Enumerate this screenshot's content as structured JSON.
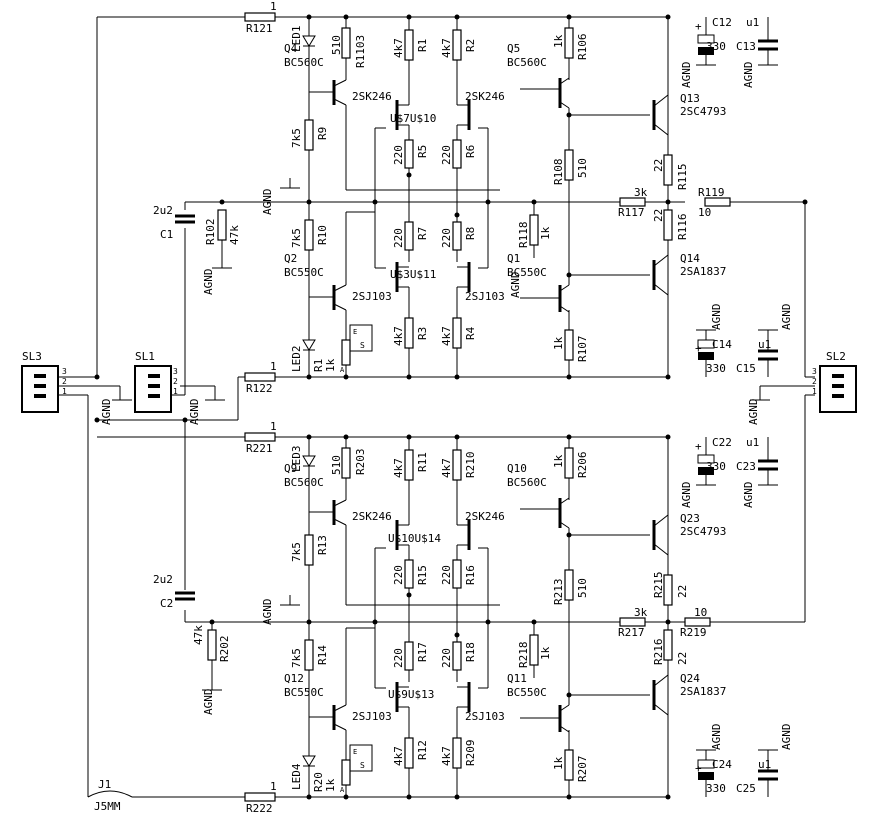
{
  "labels": {
    "R121": "R121",
    "R121_val": "1",
    "R122": "R122",
    "R122_val": "1",
    "R221": "R221",
    "R221_val": "1",
    "R222": "R222",
    "R222_val": "1",
    "SL1": "SL1",
    "SL2": "SL2",
    "SL3": "SL3",
    "pin1": "1",
    "pin2": "2",
    "pin3": "3",
    "C1": "C1",
    "C1_val": "2u2",
    "C2": "C2",
    "C2_val": "2u2",
    "R102": "R102",
    "R102_val": "47k",
    "R202": "R202",
    "R202_val": "47k",
    "AGND": "AGND",
    "Q4": "Q4",
    "Q4_type": "BC560C",
    "LED1": "LED1",
    "LED2": "LED2",
    "LED3": "LED3",
    "LED4": "LED4",
    "R1103": "R1103",
    "R1103_val": "510",
    "R203": "R203",
    "R203_val": "510",
    "R9": "R9",
    "R9_val": "7k5",
    "R10": "R10",
    "R10_val": "7k5",
    "R13": "R13",
    "R13_val": "7k5",
    "R14": "R14",
    "R14_val": "7k5",
    "Q2": "Q2",
    "Q2_type": "BC550C",
    "Q12": "Q12",
    "Q12_type": "BC550C",
    "Q9": "Q9",
    "Q9_type": "BC560C",
    "R1": "R1",
    "R2": "R2",
    "R3": "R3",
    "R4": "R4",
    "R11": "R11",
    "R12": "R12",
    "R210": "R210",
    "R209": "R209",
    "val_4k7": "4k7",
    "R5": "R5",
    "R6": "R6",
    "R7": "R7",
    "R8": "R8",
    "R15": "R15",
    "R16": "R16",
    "R17": "R17",
    "R18": "R18",
    "val_220": "220",
    "U7U10": "U$7U$10",
    "U3U11": "U$3U$11",
    "U10U14": "U$10U$14",
    "U9U13": "U$9U$13",
    "2SK246": "2SK246",
    "2SJ103": "2SJ103",
    "Q5": "Q5",
    "Q5_type": "BC560C",
    "Q10": "Q10",
    "Q10_type": "BC560C",
    "Q1": "Q1",
    "Q1_type": "BC550C",
    "Q11": "Q11",
    "Q11_type": "BC550C",
    "R106": "R106",
    "R107": "R107",
    "R206": "R206",
    "R207": "R207",
    "val_1k": "1k",
    "R108": "R108",
    "R108_val": "510",
    "R213": "R213",
    "R213_val": "510",
    "R118": "R118",
    "R118_val": "1k",
    "R218": "R218",
    "R218_val": "1k",
    "R117": "R117",
    "R117_val": "3k",
    "R217": "R217",
    "R217_val": "3k",
    "R115": "R115",
    "R116": "R116",
    "R215": "R215",
    "R216": "R216",
    "val_22": "22",
    "R119": "R119",
    "R119_val": "10",
    "R219": "R219",
    "R219_val": "10",
    "Q13": "Q13",
    "Q13_type": "2SC4793",
    "Q23": "Q23",
    "Q23_type": "2SC4793",
    "Q14": "Q14",
    "Q14_type": "2SA1837",
    "Q24": "Q24",
    "Q24_type": "2SA1837",
    "C12": "C12",
    "C14": "C14",
    "C22": "C22",
    "C24": "C24",
    "val_330": "330",
    "C13": "C13",
    "C15": "C15",
    "C23": "C23",
    "C25": "C25",
    "val_u1": "u1",
    "R1b": "R1",
    "R20": "R20",
    "J1": "J1",
    "J5MM": "J5MM",
    "pot_S": "S",
    "pot_E": "E",
    "pot_A": "A",
    "plus": "+"
  }
}
